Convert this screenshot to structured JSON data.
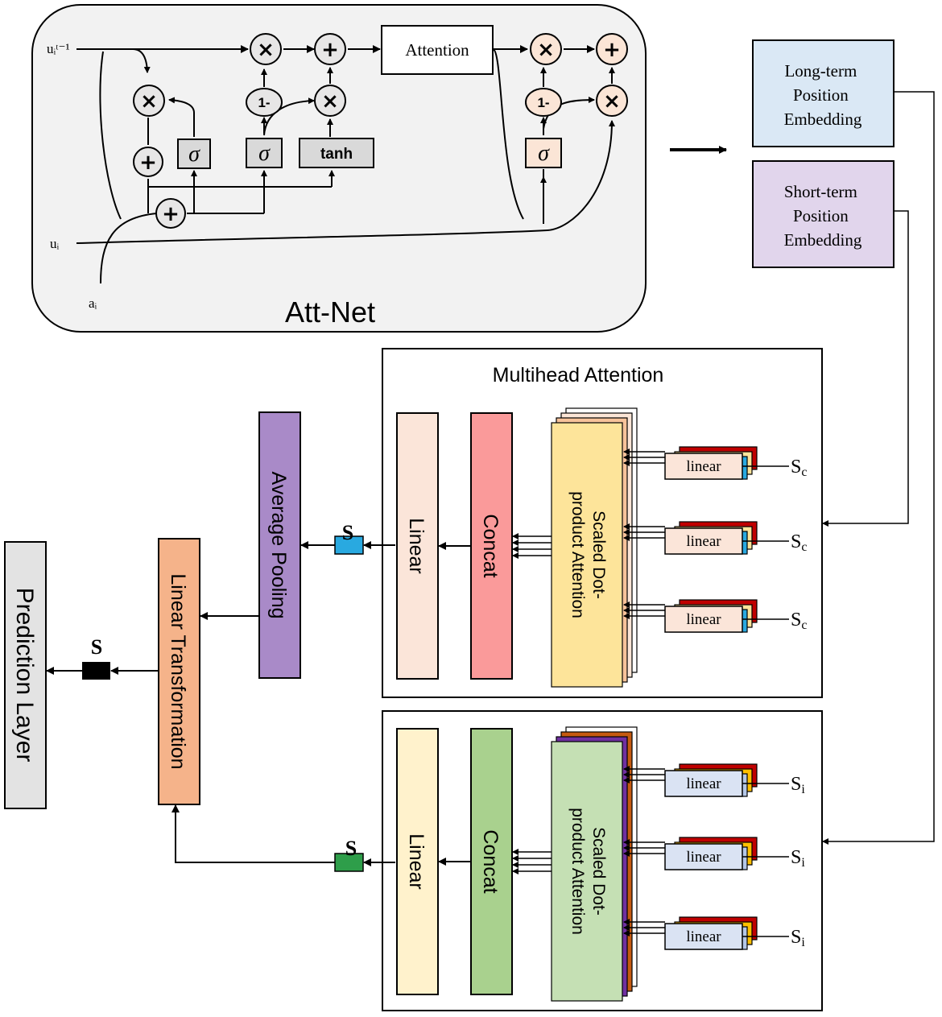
{
  "attnet": {
    "title": "Att-Net",
    "attention_label": "Attention",
    "input_prev": "uᵢᵗ⁻¹",
    "input_u": "uᵢ",
    "input_a": "aᵢ",
    "times_symbol": "×",
    "plus_symbol": "+",
    "sigma_symbol": "σ",
    "one_minus": "1-",
    "tanh_label": "tanh"
  },
  "embeddings": {
    "long_term": [
      "Long-term",
      "Position",
      "Embedding"
    ],
    "short_term": [
      "Short-term",
      "Position",
      "Embedding"
    ]
  },
  "top_block": {
    "title": "Multihead Attention",
    "linear_label": "Linear",
    "concat_label": "Concat",
    "sdpa_label": [
      "Scaled Dot-",
      "product Attention"
    ],
    "small_linear_label": "linear",
    "input_label": "Sc",
    "output_label": "S"
  },
  "bottom_block": {
    "linear_label": "Linear",
    "concat_label": "Concat",
    "sdpa_label": [
      "Scaled Dot-",
      "product Attention"
    ],
    "small_linear_label": "linear",
    "input_label": "Si",
    "output_label": "S"
  },
  "average_pooling": "Average Pooling",
  "linear_transformation": "Linear Transformation",
  "prediction_layer": "Prediction Layer",
  "final_output": "S",
  "colors": {
    "long_term": "#dae8f5",
    "short_term": "#e1d5ec",
    "avg_pool": "#a98ac8",
    "lin_trans": "#f5b38a",
    "prediction": "#e3e3e3",
    "top_linear": "#fbe5d9",
    "top_concat": "#fa9a9a",
    "top_sdpa": "#fde49a",
    "bottom_linear": "#fff2cc",
    "bottom_concat": "#a9d18e",
    "bottom_sdpa": "#c5e0b4",
    "out_top": "#29a9e0",
    "out_bottom": "#2e9e4a"
  }
}
